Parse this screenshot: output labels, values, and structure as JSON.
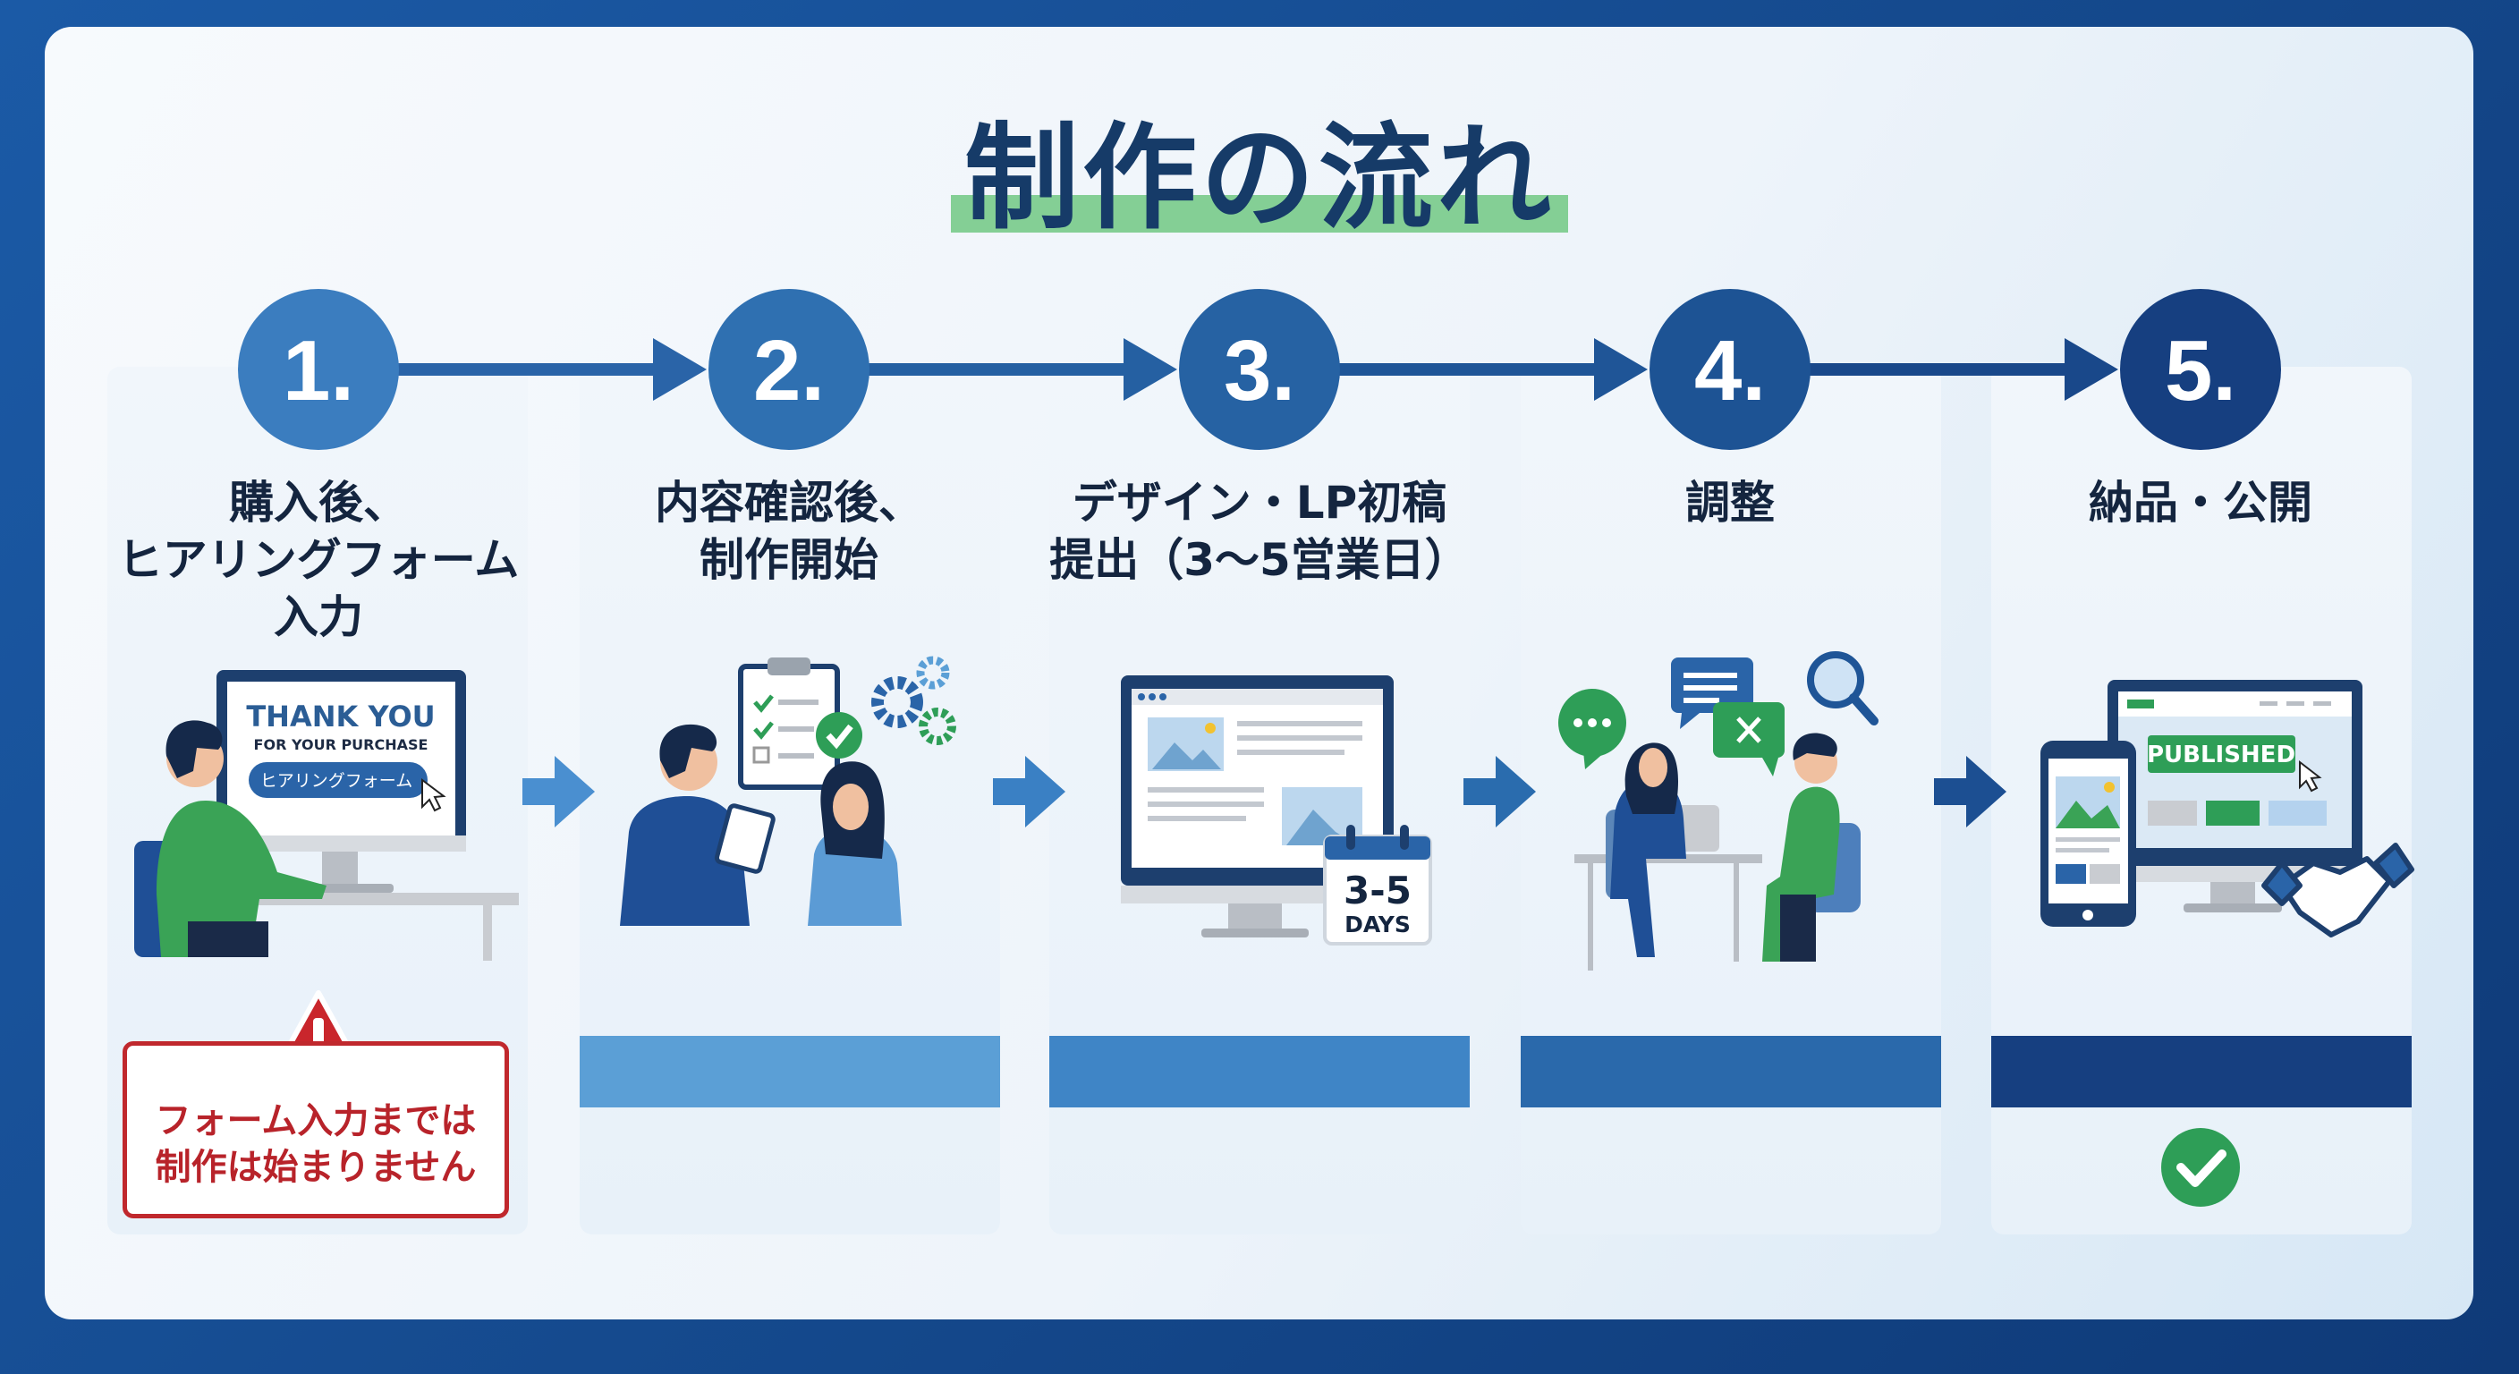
{
  "title": "制作の流れ",
  "colors": {
    "accent_green": "#84cf95",
    "navy": "#163b68",
    "warning_red": "#c0282d"
  },
  "steps": [
    {
      "number": "1.",
      "title_lines": [
        "購入後、",
        "ヒアリングフォーム",
        "入力"
      ],
      "circle_color": "#3b7dbf"
    },
    {
      "number": "2.",
      "title_lines": [
        "内容確認後、",
        "制作開始"
      ],
      "circle_color": "#2f70b1",
      "bar_color": "#5b9fd6"
    },
    {
      "number": "3.",
      "title_lines": [
        "デザイン・LP初稿",
        "提出（3〜5営業日）"
      ],
      "circle_color": "#2662a3",
      "bar_color": "#3f85c6"
    },
    {
      "number": "4.",
      "title_lines": [
        "調整"
      ],
      "circle_color": "#1d5394",
      "bar_color": "#2a69ab"
    },
    {
      "number": "5.",
      "title_lines": [
        "納品・公開"
      ],
      "circle_color": "#163f80",
      "bar_color": "#163f80"
    }
  ],
  "illustrations": {
    "thank_you": "THANK YOU",
    "for_purchase": "FOR YOUR PURCHASE",
    "form_button": "ヒアリングフォーム",
    "calendar_range": "3-5",
    "calendar_unit": "DAYS",
    "published": "PUBLISHED"
  },
  "warning": {
    "icon": "warning-triangle-icon",
    "lines": [
      "フォーム入力までは",
      "制作は始まりません"
    ]
  },
  "final_icon": "check-circle-icon"
}
